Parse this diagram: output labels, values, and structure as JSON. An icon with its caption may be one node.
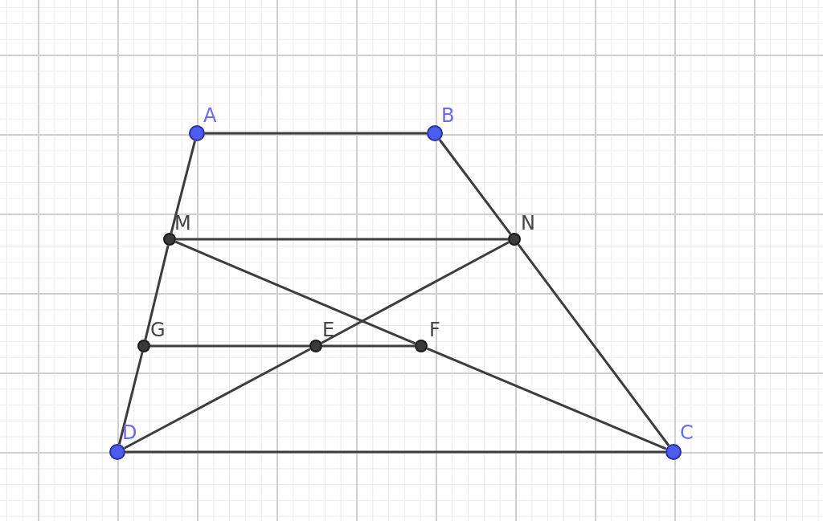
{
  "diagram": {
    "nodes": [
      {
        "text": [],
        "shape": "circle",
        "beside": [
          "A"
        ]
      },
      {
        "text": [],
        "shape": "circle",
        "beside": [
          "B"
        ]
      },
      {
        "text": [],
        "shape": "circle",
        "beside": [
          "M"
        ]
      },
      {
        "text": [],
        "shape": "circle",
        "beside": [
          "N"
        ]
      },
      {
        "text": [],
        "shape": "circle",
        "beside": [
          "G"
        ]
      },
      {
        "text": [],
        "shape": "circle",
        "beside": [
          "E"
        ]
      },
      {
        "text": [],
        "shape": "circle",
        "beside": [
          "F"
        ]
      },
      {
        "text": [],
        "shape": "circle",
        "beside": [
          "D"
        ]
      },
      {
        "text": [],
        "shape": "circle",
        "beside": [
          "C"
        ]
      }
    ],
    "edges": [
      {
        "from": 0,
        "to": 1,
        "arrow": "none"
      },
      {
        "from": 1,
        "to": 3,
        "arrow": "none"
      },
      {
        "from": 3,
        "to": 8,
        "arrow": "none"
      },
      {
        "from": 8,
        "to": 7,
        "arrow": "none"
      },
      {
        "from": 7,
        "to": 4,
        "arrow": "none"
      },
      {
        "from": 4,
        "to": 2,
        "arrow": "none"
      },
      {
        "from": 2,
        "to": 0,
        "arrow": "none"
      },
      {
        "from": 2,
        "to": 3,
        "arrow": "none"
      },
      {
        "from": 2,
        "to": 6,
        "arrow": "none"
      },
      {
        "from": 6,
        "to": 8,
        "arrow": "none"
      },
      {
        "from": 7,
        "to": 5,
        "arrow": "none"
      },
      {
        "from": 5,
        "to": 3,
        "arrow": "none"
      },
      {
        "from": 4,
        "to": 5,
        "arrow": "none"
      },
      {
        "from": 5,
        "to": 6,
        "arrow": "none"
      }
    ]
  }
}
